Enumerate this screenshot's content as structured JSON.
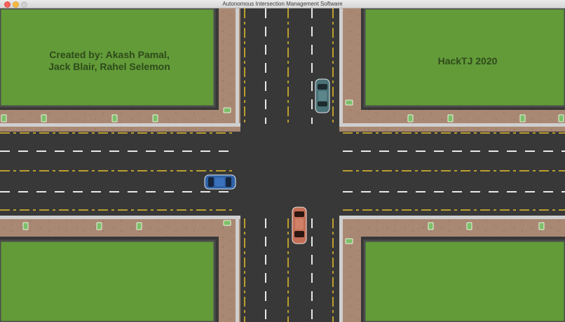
{
  "window": {
    "title": "Autonomous Intersection Management Software",
    "buttons": [
      "close",
      "minimize",
      "maximize"
    ]
  },
  "scene": {
    "credits": {
      "line1": "Created by: Akash Pamal,",
      "line2": "Jack Blair, Rahel Selemon"
    },
    "event": "HackTJ 2020",
    "colors": {
      "grass": "#629b38",
      "road": "#383838",
      "sidewalk": "#a98873",
      "curb": "#c9c9c9",
      "lane_yellow": "#e6c02a",
      "lane_white": "#e8e8e8"
    },
    "vehicles": [
      {
        "name": "teal-sedan",
        "color": "#4a7277",
        "heading": "south"
      },
      {
        "name": "blue-sedan",
        "color": "#2f62a6",
        "heading": "east"
      },
      {
        "name": "red-sedan",
        "color": "#c26d55",
        "heading": "north"
      }
    ]
  }
}
